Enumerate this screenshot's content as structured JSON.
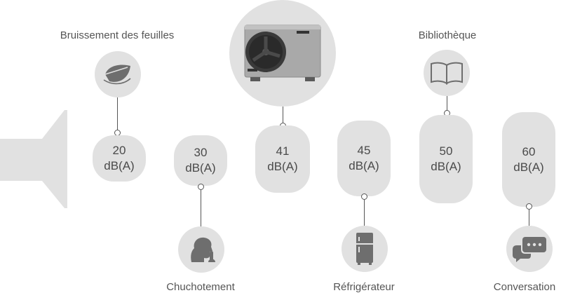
{
  "levels": [
    {
      "value": "20",
      "unit": "dB(A)",
      "label": "Bruissement des feuilles",
      "icon": "leaf-icon"
    },
    {
      "value": "30",
      "unit": "dB(A)",
      "label": "Chuchotement",
      "icon": "whisper-icon"
    },
    {
      "value": "41",
      "unit": "dB(A)",
      "label": "",
      "icon": "heat-pump-image"
    },
    {
      "value": "45",
      "unit": "dB(A)",
      "label": "Réfrigérateur",
      "icon": "fridge-icon"
    },
    {
      "value": "50",
      "unit": "dB(A)",
      "label": "Bibliothèque",
      "icon": "book-icon"
    },
    {
      "value": "60",
      "unit": "dB(A)",
      "label": "Conversation",
      "icon": "chat-bubble-icon"
    }
  ],
  "colors": {
    "pill": "#e1e1e1",
    "icon_fill": "#6e6e6e",
    "line": "#555555"
  }
}
